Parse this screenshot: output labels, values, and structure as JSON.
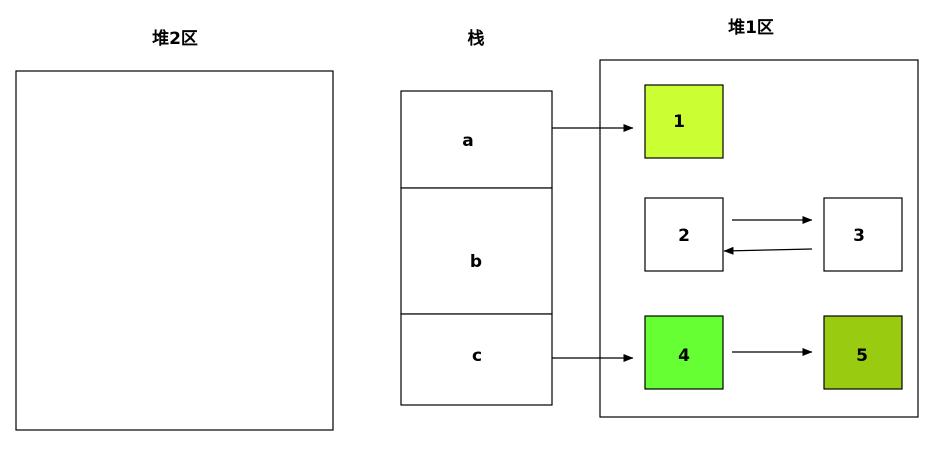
{
  "heap2": {
    "title": "堆2区"
  },
  "stack": {
    "title": "栈",
    "cells": [
      "a",
      "b",
      "c"
    ]
  },
  "heap1": {
    "title": "堆1区",
    "nodes": [
      {
        "id": "n1",
        "label": "1",
        "color": "#ccff33"
      },
      {
        "id": "n2",
        "label": "2",
        "color": "#ffffff"
      },
      {
        "id": "n3",
        "label": "3",
        "color": "#ffffff"
      },
      {
        "id": "n4",
        "label": "4",
        "color": "#66ff33"
      },
      {
        "id": "n5",
        "label": "5",
        "color": "#99cc11"
      }
    ]
  },
  "references": [
    {
      "from": "a",
      "to": "1"
    },
    {
      "from": "c",
      "to": "4"
    },
    {
      "from": "2",
      "to": "3"
    },
    {
      "from": "3",
      "to": "2"
    },
    {
      "from": "4",
      "to": "5"
    }
  ]
}
